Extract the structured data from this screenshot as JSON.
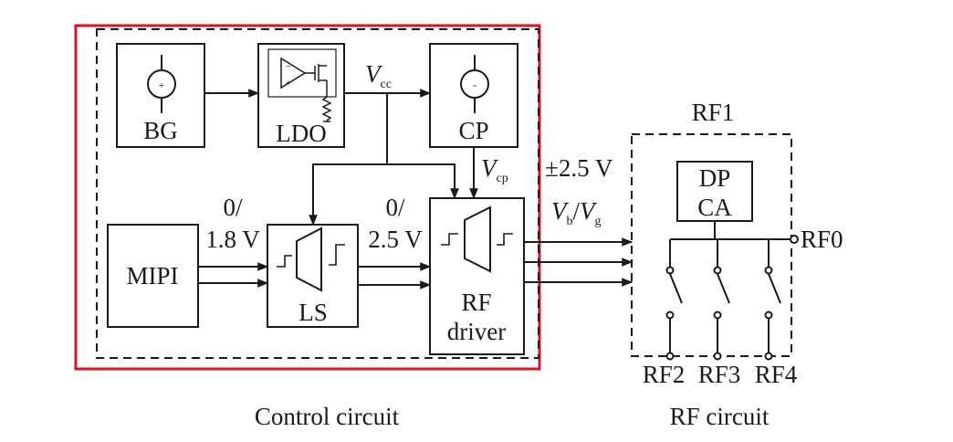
{
  "diagram": {
    "blocks": {
      "bg": "BG",
      "ldo": "LDO",
      "cp": "CP",
      "mipi": "MIPI",
      "ls": "LS",
      "rf_driver_line1": "RF",
      "rf_driver_line2": "driver",
      "dpca_line1": "DP",
      "dpca_line2": "CA"
    },
    "signals": {
      "vcc_main": "V",
      "vcc_sub": "cc",
      "vcp_main": "V",
      "vcp_sub": "cp",
      "ls_in_line1": "0/",
      "ls_in_line2": "1.8 V",
      "ls_out_line1": "0/",
      "ls_out_line2": "2.5 V",
      "supply": "±2.5 V",
      "vb_main": "V",
      "vb_sub": "b",
      "slash": "/",
      "vg_main": "V",
      "vg_sub": "g"
    },
    "ports": {
      "rf1": "RF1",
      "rf0": "RF0",
      "rf2": "RF2",
      "rf3": "RF3",
      "rf4": "RF4"
    },
    "captions": {
      "control": "Control circuit",
      "rf": "RF circuit"
    },
    "colors": {
      "line": "#1a1a1a",
      "highlight": "#e0101e",
      "background": "#ffffff"
    }
  }
}
